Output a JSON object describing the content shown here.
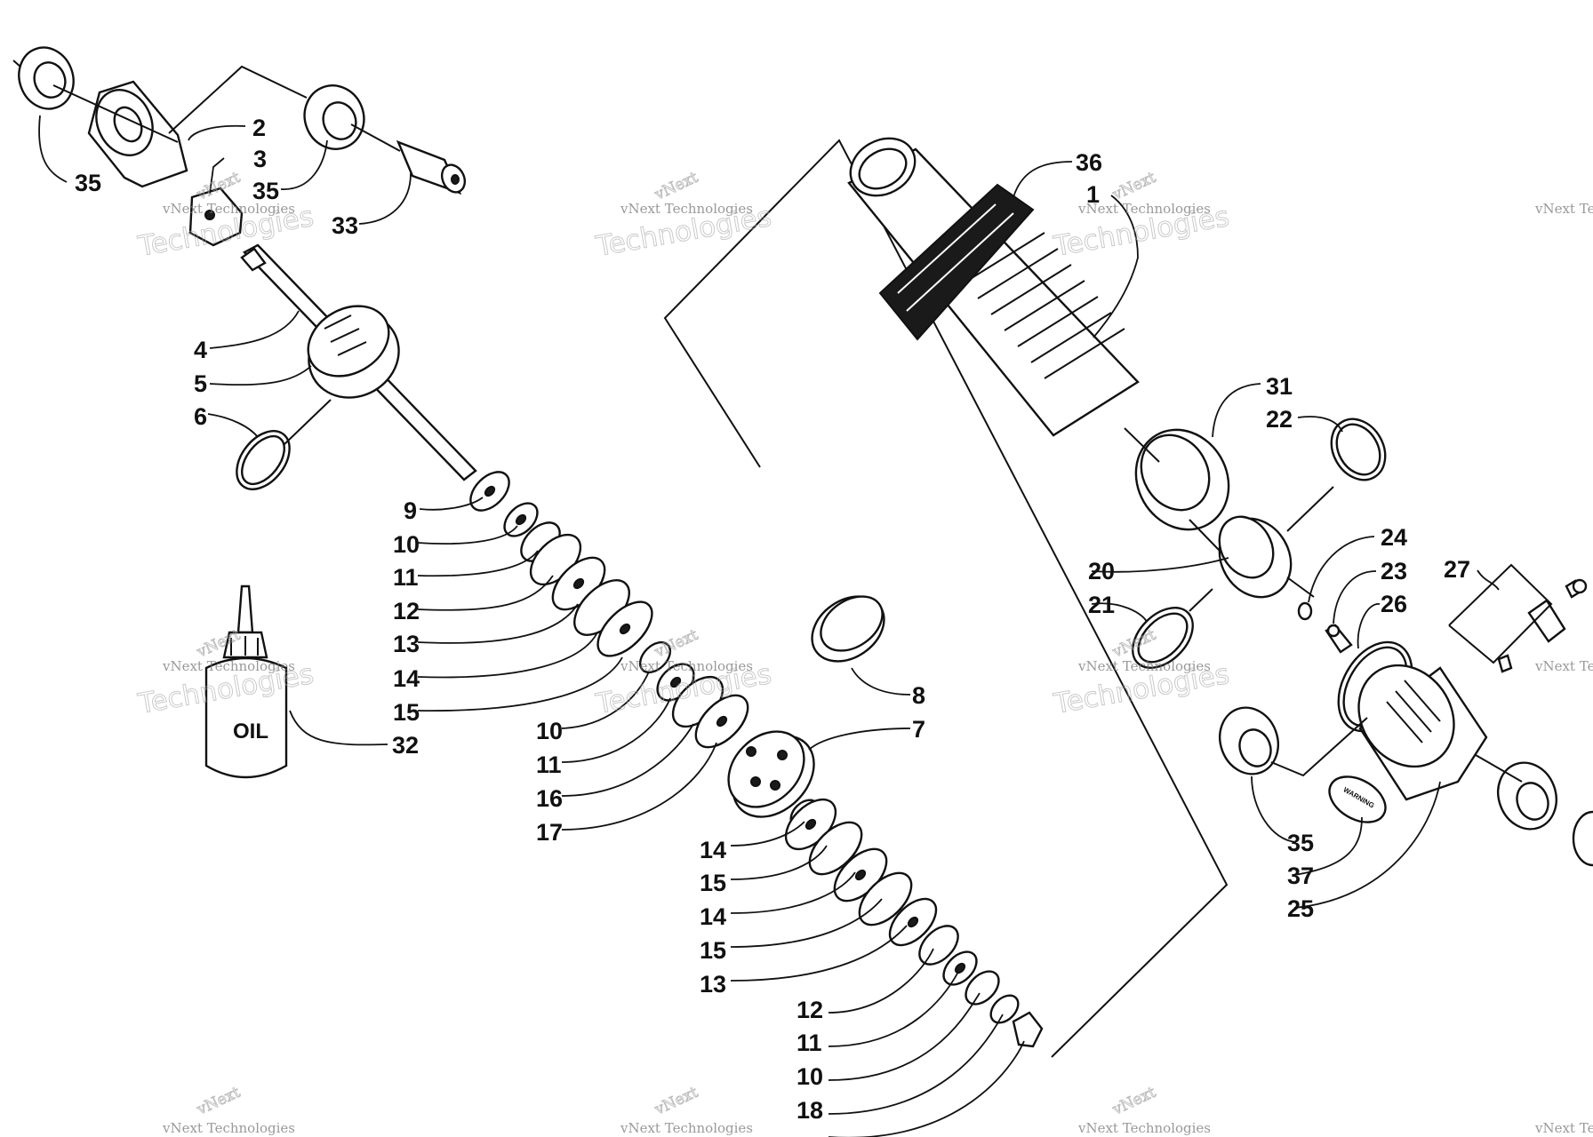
{
  "diagram": {
    "callouts": [
      {
        "id": "c35a",
        "text": "35"
      },
      {
        "id": "c2",
        "text": "2"
      },
      {
        "id": "c3",
        "text": "3"
      },
      {
        "id": "c35b",
        "text": "35"
      },
      {
        "id": "c33",
        "text": "33"
      },
      {
        "id": "c4",
        "text": "4"
      },
      {
        "id": "c5",
        "text": "5"
      },
      {
        "id": "c6",
        "text": "6"
      },
      {
        "id": "c9",
        "text": "9"
      },
      {
        "id": "c10a",
        "text": "10"
      },
      {
        "id": "c11a",
        "text": "11"
      },
      {
        "id": "c12a",
        "text": "12"
      },
      {
        "id": "c13a",
        "text": "13"
      },
      {
        "id": "c14a",
        "text": "14"
      },
      {
        "id": "c15a",
        "text": "15"
      },
      {
        "id": "c32",
        "text": "32"
      },
      {
        "id": "c10b",
        "text": "10"
      },
      {
        "id": "c11b",
        "text": "11"
      },
      {
        "id": "c16",
        "text": "16"
      },
      {
        "id": "c17",
        "text": "17"
      },
      {
        "id": "c8",
        "text": "8"
      },
      {
        "id": "c7",
        "text": "7"
      },
      {
        "id": "c14b",
        "text": "14"
      },
      {
        "id": "c15b",
        "text": "15"
      },
      {
        "id": "c14c",
        "text": "14"
      },
      {
        "id": "c15c",
        "text": "15"
      },
      {
        "id": "c13b",
        "text": "13"
      },
      {
        "id": "c12b",
        "text": "12"
      },
      {
        "id": "c11c",
        "text": "11"
      },
      {
        "id": "c10c",
        "text": "10"
      },
      {
        "id": "c18",
        "text": "18"
      },
      {
        "id": "c36",
        "text": "36"
      },
      {
        "id": "c1",
        "text": "1"
      },
      {
        "id": "c31",
        "text": "31"
      },
      {
        "id": "c22",
        "text": "22"
      },
      {
        "id": "c24",
        "text": "24"
      },
      {
        "id": "c23",
        "text": "23"
      },
      {
        "id": "c26",
        "text": "26"
      },
      {
        "id": "c27",
        "text": "27"
      },
      {
        "id": "c20",
        "text": "20"
      },
      {
        "id": "c21",
        "text": "21"
      },
      {
        "id": "c35c",
        "text": "35"
      },
      {
        "id": "c37",
        "text": "37"
      },
      {
        "id": "c25",
        "text": "25"
      }
    ],
    "oil_label": "OIL",
    "warning_label": "WARNING",
    "watermark": {
      "brand": "vNext",
      "line1": "vNext Technologies",
      "line2": "Technologies"
    },
    "colors": {
      "ink": "#111111",
      "paper": "#ffffff",
      "watermark": "#9a9a9a"
    }
  }
}
